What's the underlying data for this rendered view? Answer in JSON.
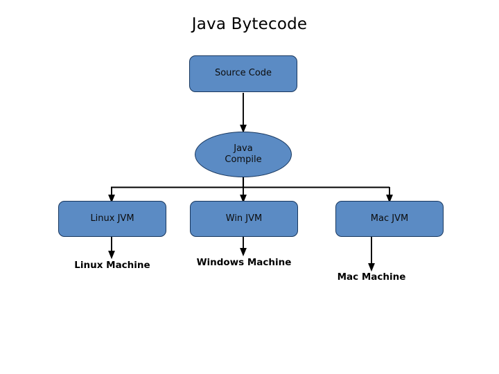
{
  "slide": {
    "title": "Java Bytecode",
    "background_color": "#ffffff"
  },
  "theme": {
    "node_fill": "#5b8bc4",
    "node_border": "#17365d",
    "node_text": "#0c0c0c",
    "connector_color": "#000000",
    "label_text": "#000000"
  },
  "nodes": {
    "source_code": {
      "label": "Source Code",
      "shape": "rounded-rectangle"
    },
    "java_compile": {
      "label": "Java\nCompile",
      "line1": "Java",
      "line2": "Compile",
      "shape": "ellipse"
    },
    "linux_jvm": {
      "label": "Linux JVM",
      "shape": "rounded-rectangle"
    },
    "win_jvm": {
      "label": "Win JVM",
      "shape": "rounded-rectangle"
    },
    "mac_jvm": {
      "label": "Mac JVM",
      "shape": "rounded-rectangle"
    }
  },
  "labels": {
    "linux_machine": "Linux Machine",
    "windows_machine": "Windows Machine",
    "mac_machine": "Mac Machine"
  },
  "connectors": [
    {
      "from": "source_code",
      "to": "java_compile",
      "style": "arrow-down"
    },
    {
      "from": "java_compile",
      "to": "linux_jvm",
      "style": "elbow-arrow-down"
    },
    {
      "from": "java_compile",
      "to": "win_jvm",
      "style": "arrow-down"
    },
    {
      "from": "java_compile",
      "to": "mac_jvm",
      "style": "elbow-arrow-down"
    },
    {
      "from": "linux_jvm",
      "to": "linux_machine",
      "style": "arrow-down"
    },
    {
      "from": "win_jvm",
      "to": "windows_machine",
      "style": "arrow-down"
    },
    {
      "from": "mac_jvm",
      "to": "mac_machine",
      "style": "arrow-down"
    }
  ]
}
